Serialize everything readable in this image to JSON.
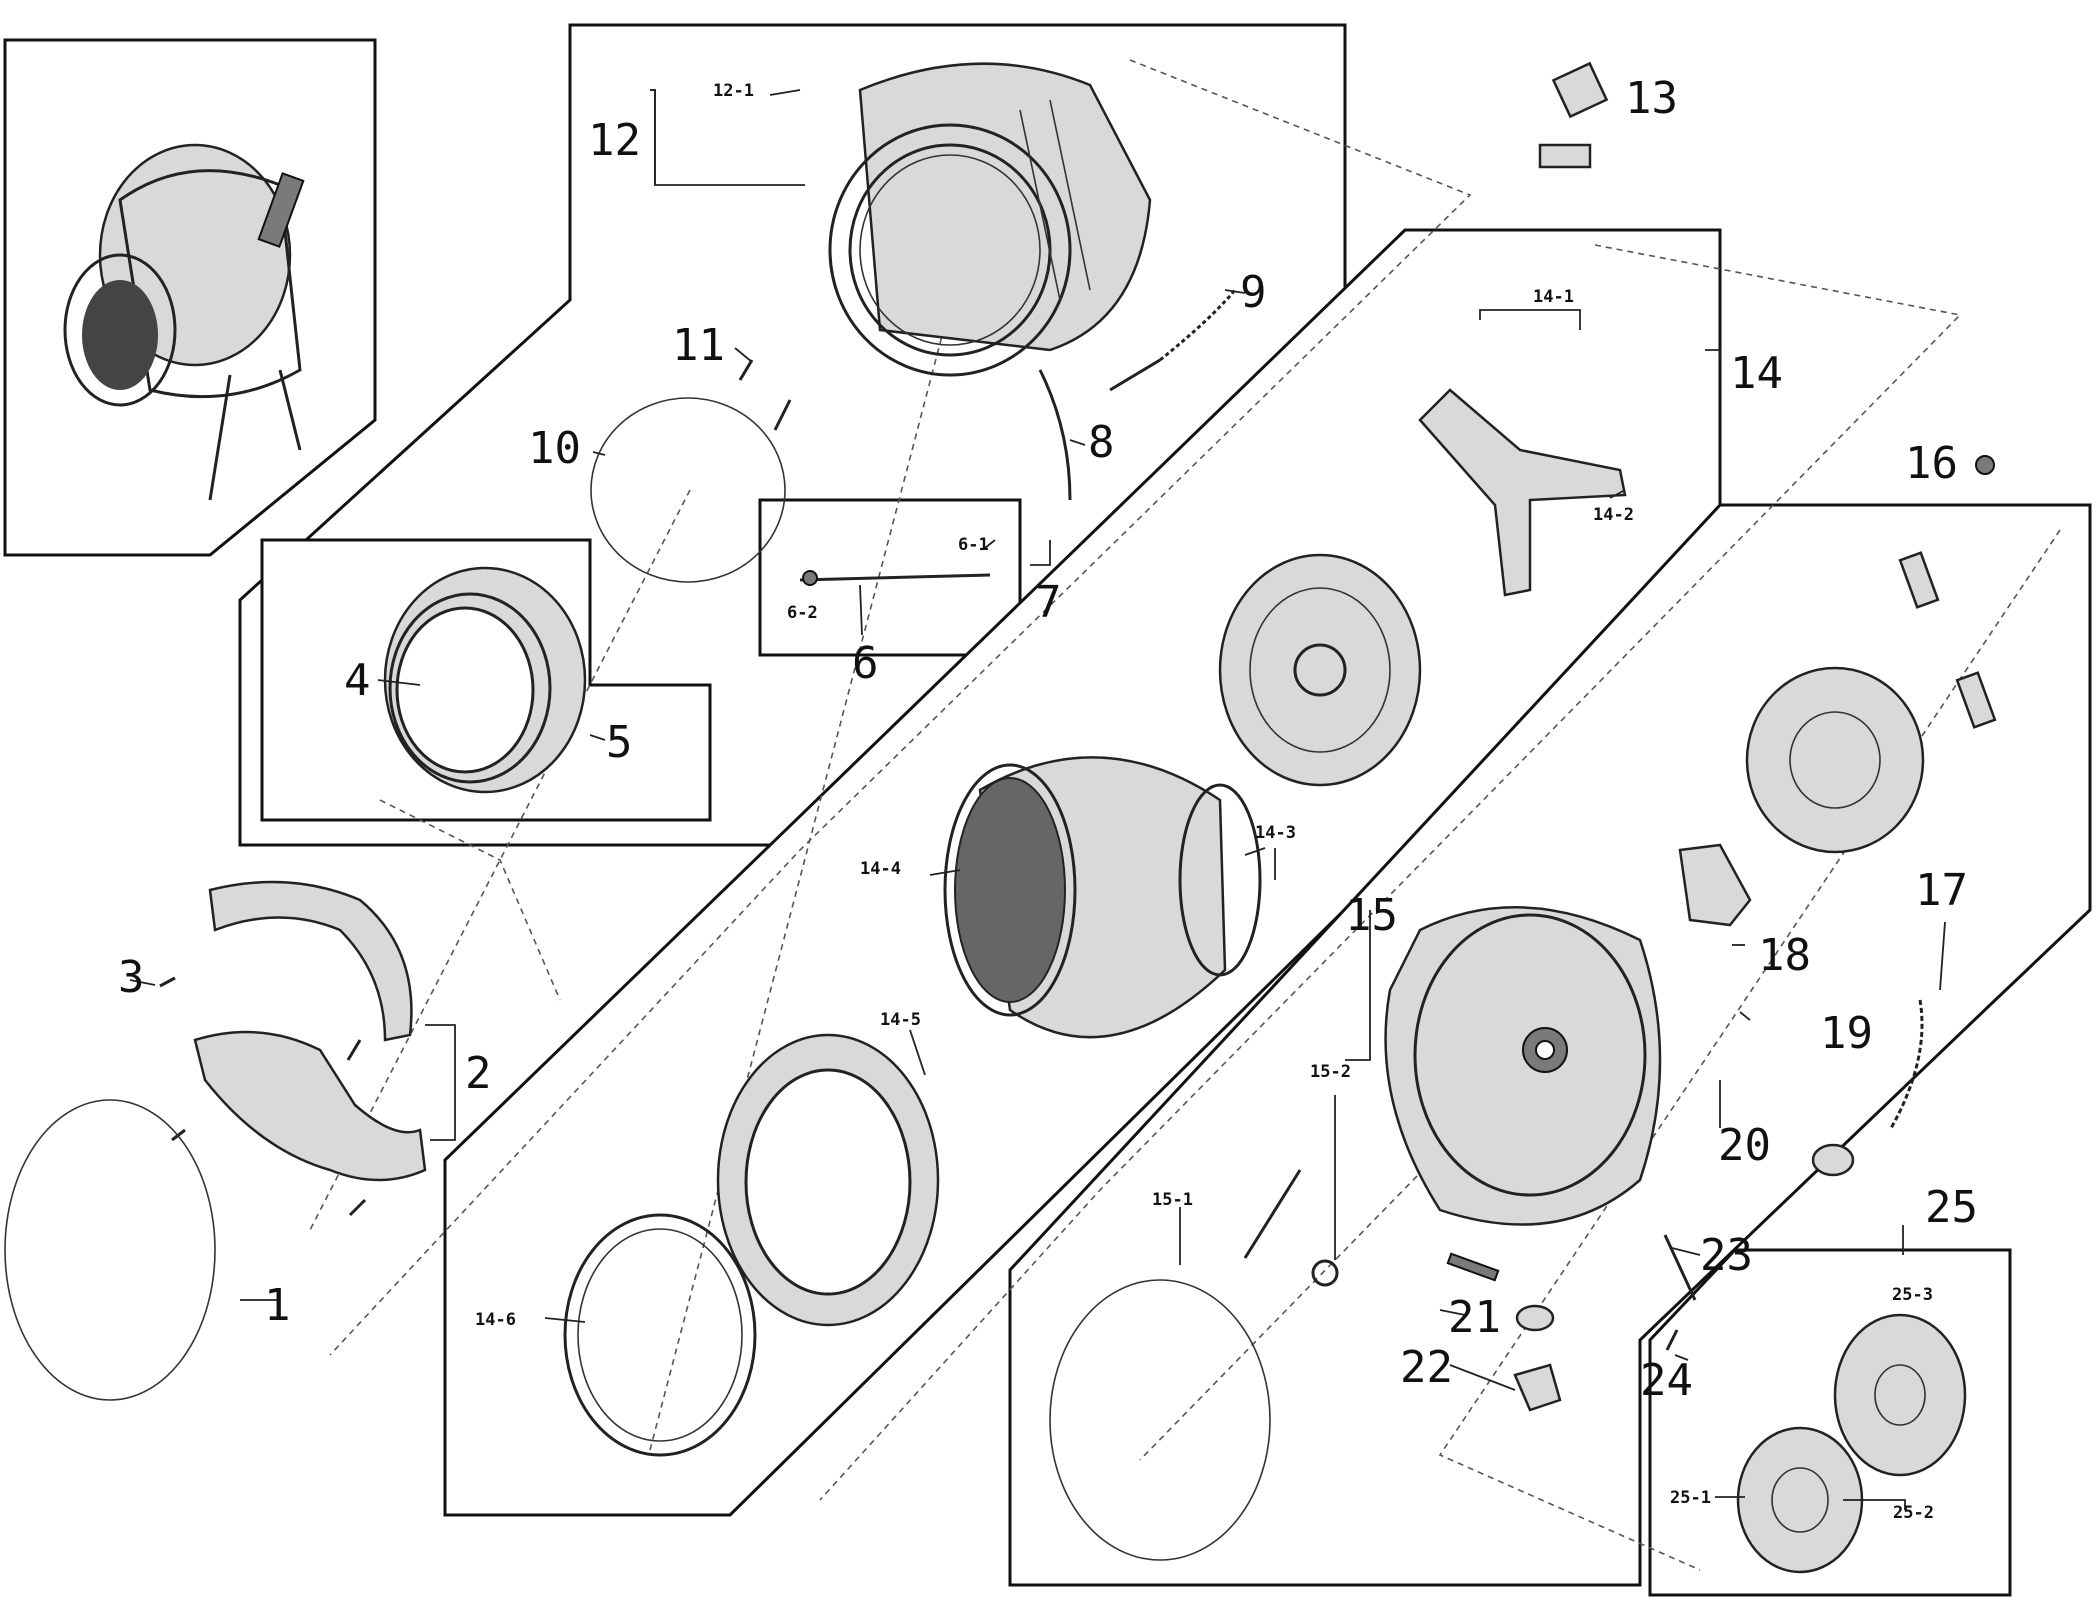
{
  "labels": {
    "p1": "1",
    "p2": "2",
    "p3": "3",
    "p4": "4",
    "p5": "5",
    "p6": "6",
    "p6_1": "6-1",
    "p6_2": "6-2",
    "p7": "7",
    "p8": "8",
    "p9": "9",
    "p10": "10",
    "p11": "11",
    "p12": "12",
    "p12_1": "12-1",
    "p13": "13",
    "p14": "14",
    "p14_1": "14-1",
    "p14_2": "14-2",
    "p14_3": "14-3",
    "p14_4": "14-4",
    "p14_5": "14-5",
    "p14_6": "14-6",
    "p15": "15",
    "p15_1": "15-1",
    "p15_2": "15-2",
    "p16": "16",
    "p17": "17",
    "p18": "18",
    "p19": "19",
    "p20": "20",
    "p21": "21",
    "p22": "22",
    "p23": "23",
    "p24": "24",
    "p25": "25",
    "p25_1": "25-1",
    "p25_2": "25-2",
    "p25_3": "25-3"
  }
}
